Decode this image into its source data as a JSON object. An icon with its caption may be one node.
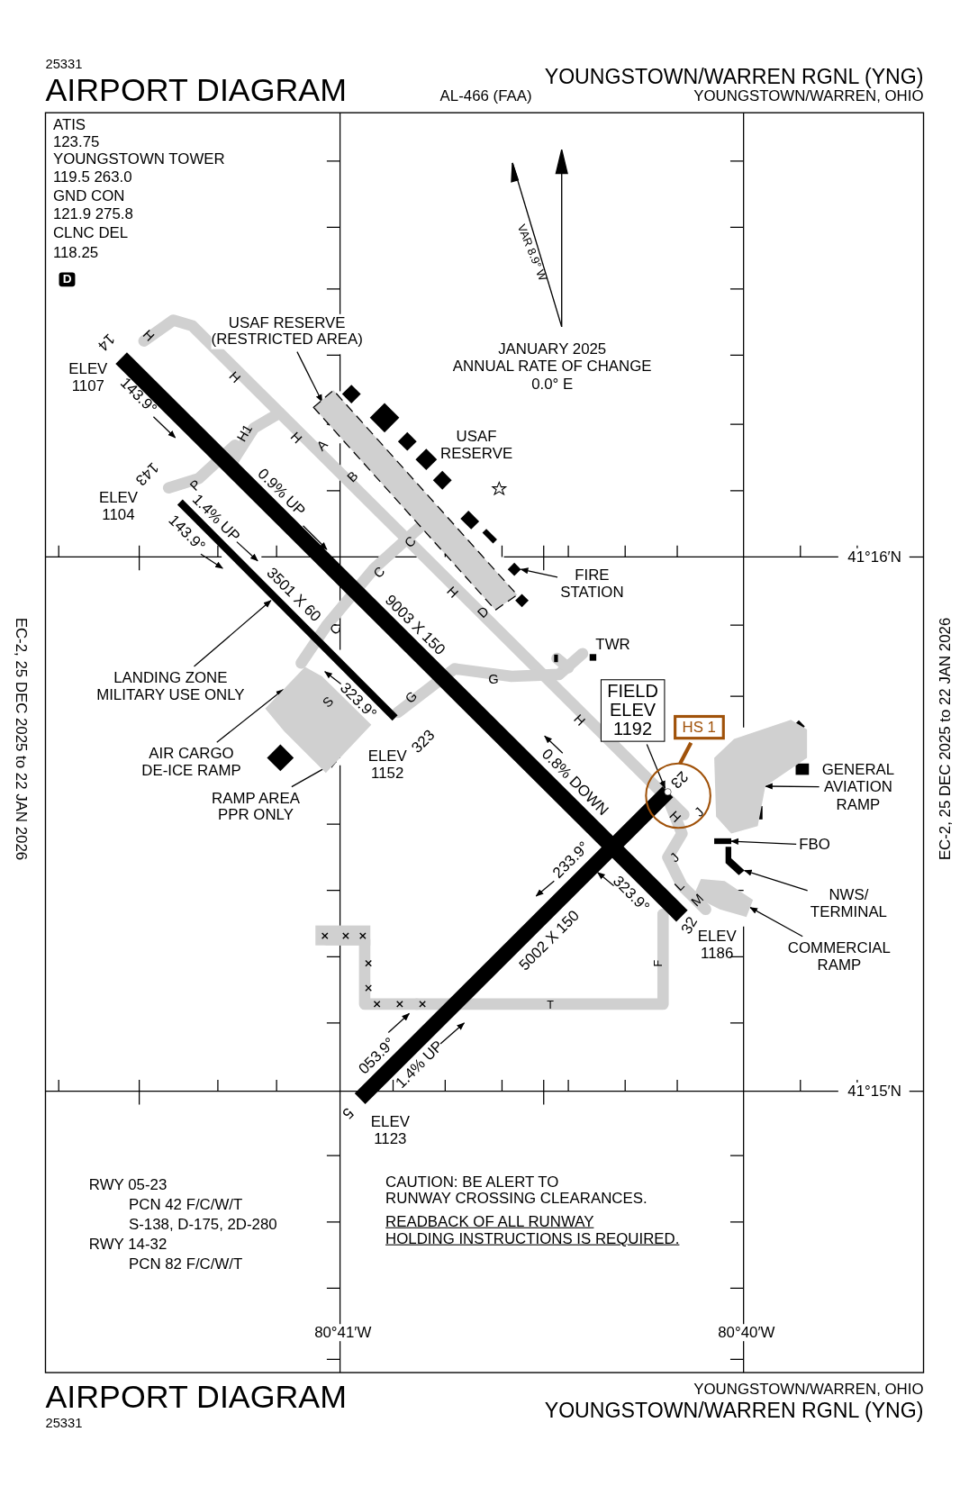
{
  "diagram": {
    "title": "AIRPORT DIAGRAM",
    "nodes": [
      {
        "text": [
          "USAF RESERVE (RESTRICTED AREA)"
        ]
      },
      {
        "text": [],
        "shape": "box"
      },
      {
        "text": [
          "FIRE STATION"
        ]
      },
      {
        "text": [],
        "shape": "diamond"
      },
      {
        "text": [
          "LANDING ZONE MILITARY USE ONLY"
        ]
      },
      {
        "text": [],
        "shape": "bar"
      },
      {
        "text": [
          "AIR CARGO DE-ICE RAMP"
        ]
      },
      {
        "text": [
          "RAMP AREA PPR ONLY"
        ]
      },
      {
        "text": [],
        "shape": "box"
      },
      {
        "text": [
          "FIELD ELEV 1192"
        ]
      },
      {
        "text": [],
        "shape": "circle"
      },
      {
        "text": [],
        "shape": "circle",
        "in": 10
      },
      {
        "text": [
          "HS 1"
        ]
      },
      {
        "text": [
          "GENERAL AVIATION RAMP"
        ]
      },
      {
        "text": [],
        "shape": "box"
      },
      {
        "text": [
          "FBO"
        ]
      },
      {
        "text": [],
        "shape": "box"
      },
      {
        "text": [
          "NWS/ TERMINAL"
        ]
      },
      {
        "text": [],
        "shape": "box"
      },
      {
        "text": [
          "COMMERCIAL RAMP"
        ]
      },
      {
        "text": [],
        "shape": "box"
      }
    ],
    "edges": [
      {
        "from": 0,
        "to": 1,
        "arrow": "to"
      },
      {
        "from": 2,
        "to": 3,
        "arrow": "to"
      },
      {
        "from": 4,
        "to": 5,
        "arrow": "to"
      },
      {
        "from": 6,
        "to": 8,
        "arrow": "to"
      },
      {
        "from": 7,
        "to": 8,
        "arrow": "to"
      },
      {
        "from": 9,
        "to": 11,
        "arrow": "to"
      },
      {
        "from": 12,
        "to": 10,
        "arrow": "none",
        "style": "thick",
        "color": "#a0520a"
      },
      {
        "from": 13,
        "to": 14,
        "arrow": "to"
      },
      {
        "from": 15,
        "to": 16,
        "arrow": "to"
      },
      {
        "from": 17,
        "to": 18,
        "arrow": "to"
      },
      {
        "from": 19,
        "to": 20,
        "arrow": "to"
      }
    ],
    "labels": [
      "25331",
      "AL-466 (FAA)",
      "YOUNGSTOWN/WARREN RGNL (YNG)",
      "YOUNGSTOWN/WARREN, OHIO",
      "ATIS",
      "123.75",
      "YOUNGSTOWN TOWER",
      "119.5  263.0",
      "GND CON",
      "121.9  275.8",
      "CLNC DEL",
      "118.25",
      "D",
      "VAR 8.9° W",
      "JANUARY 2025 ANNUAL RATE OF CHANGE 0.0° E",
      "14",
      "H",
      "ELEV 1107",
      "143.9°",
      "H",
      "H1",
      "H",
      "A",
      "USAF RESERVE",
      "B",
      "143",
      "P",
      "0.9% UP",
      "ELEV 1104",
      "1.4% UP",
      "143.9°",
      "C",
      "41°16′N",
      "EC-2, 25 DEC 2025 to 22 JAN 2026",
      "EC-2, 25 DEC 2025 to 22 JAN 2026",
      "3501 X 60",
      "C",
      "9003 X 150",
      "H",
      "D",
      "TWR",
      "C",
      "G",
      "G",
      "S",
      "323.9°",
      "323",
      "ELEV 1152",
      "H",
      "0.8% DOWN",
      "23",
      "H",
      "J",
      "J",
      "L",
      "M",
      "233.9°",
      "323.9°",
      "32",
      "ELEV 1186",
      "5002 X 150",
      "F",
      "T",
      "053.9°",
      "1.4% UP",
      "5",
      "41°15′N",
      "ELEV 1123",
      "RWY 05-23",
      "PCN 42 F/C/W/T",
      "S-138, D-175, 2D-280",
      "RWY 14-32",
      "PCN 82 F/C/W/T",
      "CAUTION: BE ALERT TO RUNWAY CROSSING CLEARANCES.",
      "READBACK OF ALL RUNWAY HOLDING INSTRUCTIONS IS REQUIRED.",
      "80°41′W",
      "80°40′W",
      "AIRPORT DIAGRAM",
      "25331",
      "YOUNGSTOWN/WARREN, OHIO",
      "YOUNGSTOWN/WARREN RGNL (YNG)"
    ]
  }
}
